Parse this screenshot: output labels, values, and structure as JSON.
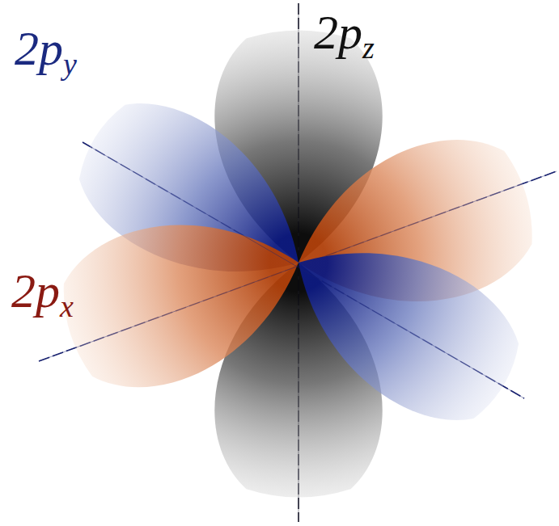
{
  "diagram": {
    "labels": [
      "2py",
      "2pz",
      "2px"
    ]
  }
}
